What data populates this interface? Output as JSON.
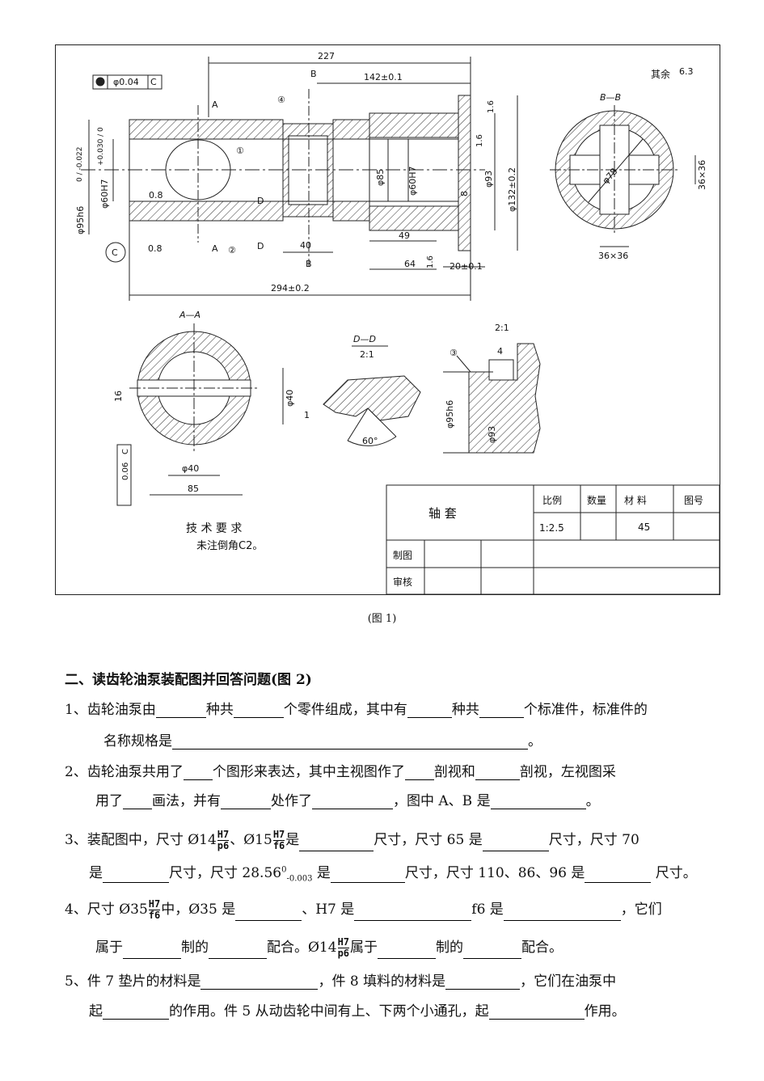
{
  "drawing": {
    "dims": {
      "d227": "227",
      "d142": "142±0.1",
      "d294": "294±0.2",
      "d40": "40",
      "d49": "49",
      "d64": "64",
      "d20": "20±0.1",
      "d8": "8",
      "phi95": "φ95h6",
      "phi95tol": "0 / -0.022",
      "phi60": "φ60H7",
      "phi60tol": "+0.030 / 0",
      "phi85": "φ85",
      "phi60b": "φ60H7",
      "phi93": "φ93",
      "phi132": "φ132±0.2",
      "tol_frame": "φ0.04",
      "tol_ref": "C",
      "datum": "C",
      "rough08a": "0.8",
      "rough08b": "0.8",
      "rough16a": "1.6",
      "rough16b": "1.6",
      "rough16c": "1.6",
      "label_A_top": "A",
      "label_A_bot": "A",
      "label_B_top": "B",
      "label_B_bot": "B",
      "label_D_top": "D",
      "label_D_bot": "D",
      "circ1": "①",
      "circ2": "②",
      "circ3": "③",
      "circ4": "④",
      "rest_label": "其余",
      "rest_value": "6.3"
    },
    "section_bb": {
      "title": "B—B",
      "phi": "φ78",
      "d1": "36×36",
      "d2": "36×36"
    },
    "section_aa": {
      "title": "A—A",
      "d16": "16",
      "phi40a": "φ40",
      "phi40b": "φ40",
      "d85": "85",
      "tol": "0.06",
      "ref": "C"
    },
    "section_dd": {
      "title": "D—D",
      "scale": "2:1",
      "angle": "60°",
      "d1": "1"
    },
    "detail": {
      "scale": "2:1",
      "d4": "4",
      "phi95": "φ95h6",
      "phi93": "φ93"
    },
    "tech": {
      "title": "技 术 要 求",
      "text": "未注倒角C2。"
    },
    "title_block": {
      "name": "轴  套",
      "h_scale": "比例",
      "h_qty": "数量",
      "h_mat": "材  料",
      "h_no": "图号",
      "scale": "1:2.5",
      "material": "45",
      "drawn": "制图",
      "checked": "审核"
    }
  },
  "caption": "(图 1)",
  "section2": {
    "heading": "二、读齿轮油泵装配图并回答问题(图 2)",
    "q1a": "1、齿轮油泵由",
    "q1b": "种共",
    "q1c": "个零件组成，其中有",
    "q1d": "种共",
    "q1e": "个标准件，标准件的",
    "q1f": "名称规格是",
    "q1g": "。",
    "q2a": "2、齿轮油泵共用了",
    "q2b": "个图形来表达，其中主视图作了",
    "q2c": "剖视和",
    "q2d": "剖视，左视图采",
    "q2e": "用了",
    "q2f": "画法，并有",
    "q2g": "处作了",
    "q2h": "，图中 A、B 是",
    "q2i": "。",
    "q3a": "3、装配图中，尺寸 Ø14",
    "q3b": "、Ø15",
    "q3c": "是",
    "q3d": "尺寸，尺寸 65 是",
    "q3e": "尺寸，尺寸 70",
    "q3f": "是",
    "q3g": "尺寸，尺寸 28.56",
    "q3g_sup": "0",
    "q3g_sub": "-0.003",
    "q3h": " 是",
    "q3i": "尺寸，尺寸 110、86、96 是",
    "q3j": " 尺寸。",
    "q4a": "4、尺寸 Ø35",
    "q4b": "中，Ø35 是",
    "q4c": "、H7 是",
    "q4d": "f6 是",
    "q4e": "，它们",
    "q4f": "属于",
    "q4g": "制的",
    "q4h": "配合。Ø14",
    "q4i": "属于",
    "q4j": "制的",
    "q4k": "配合。",
    "q5a": "5、件 7 垫片的材料是",
    "q5b": "，件 8 填料的材料是",
    "q5c": "，它们在油泵中",
    "q5d": "起",
    "q5e": "的作用。件 5 从动齿轮中间有上、下两个小通孔，起",
    "q5f": "作用。",
    "frac_p6_n": "H7",
    "frac_p6_d": "p6",
    "frac_f6_n": "H7",
    "frac_f6_d": "f6"
  }
}
